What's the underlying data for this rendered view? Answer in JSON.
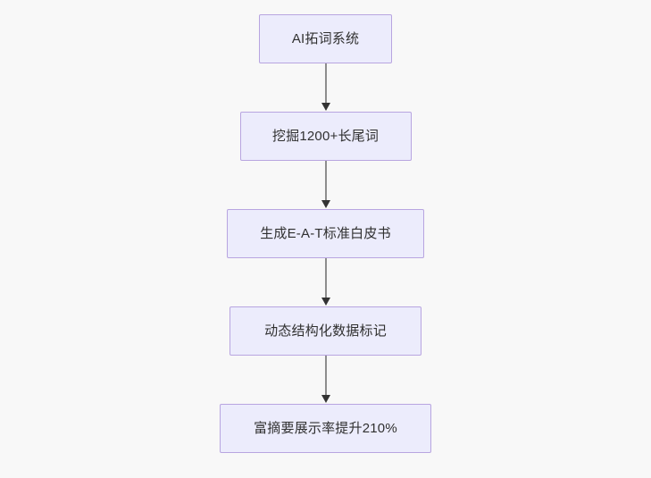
{
  "diagram": {
    "type": "flowchart",
    "direction": "top-to-bottom",
    "background_color": "#f8f8f8",
    "node_fill_color": "#ececfc",
    "node_border_color": "#b8a5e0",
    "node_text_color": "#303030",
    "connector_color": "#8d8d8d",
    "arrow_color": "#333333",
    "nodes": [
      {
        "id": "n1",
        "label": "AI拓词系统"
      },
      {
        "id": "n2",
        "label": "挖掘1200+长尾词"
      },
      {
        "id": "n3",
        "label": "生成E-A-T标准白皮书"
      },
      {
        "id": "n4",
        "label": "动态结构化数据标记"
      },
      {
        "id": "n5",
        "label": "富摘要展示率提升210%"
      }
    ],
    "edges": [
      {
        "from": "n1",
        "to": "n2",
        "label": ""
      },
      {
        "from": "n2",
        "to": "n3",
        "label": ""
      },
      {
        "from": "n3",
        "to": "n4",
        "label": ""
      },
      {
        "from": "n4",
        "to": "n5",
        "label": ""
      }
    ]
  }
}
